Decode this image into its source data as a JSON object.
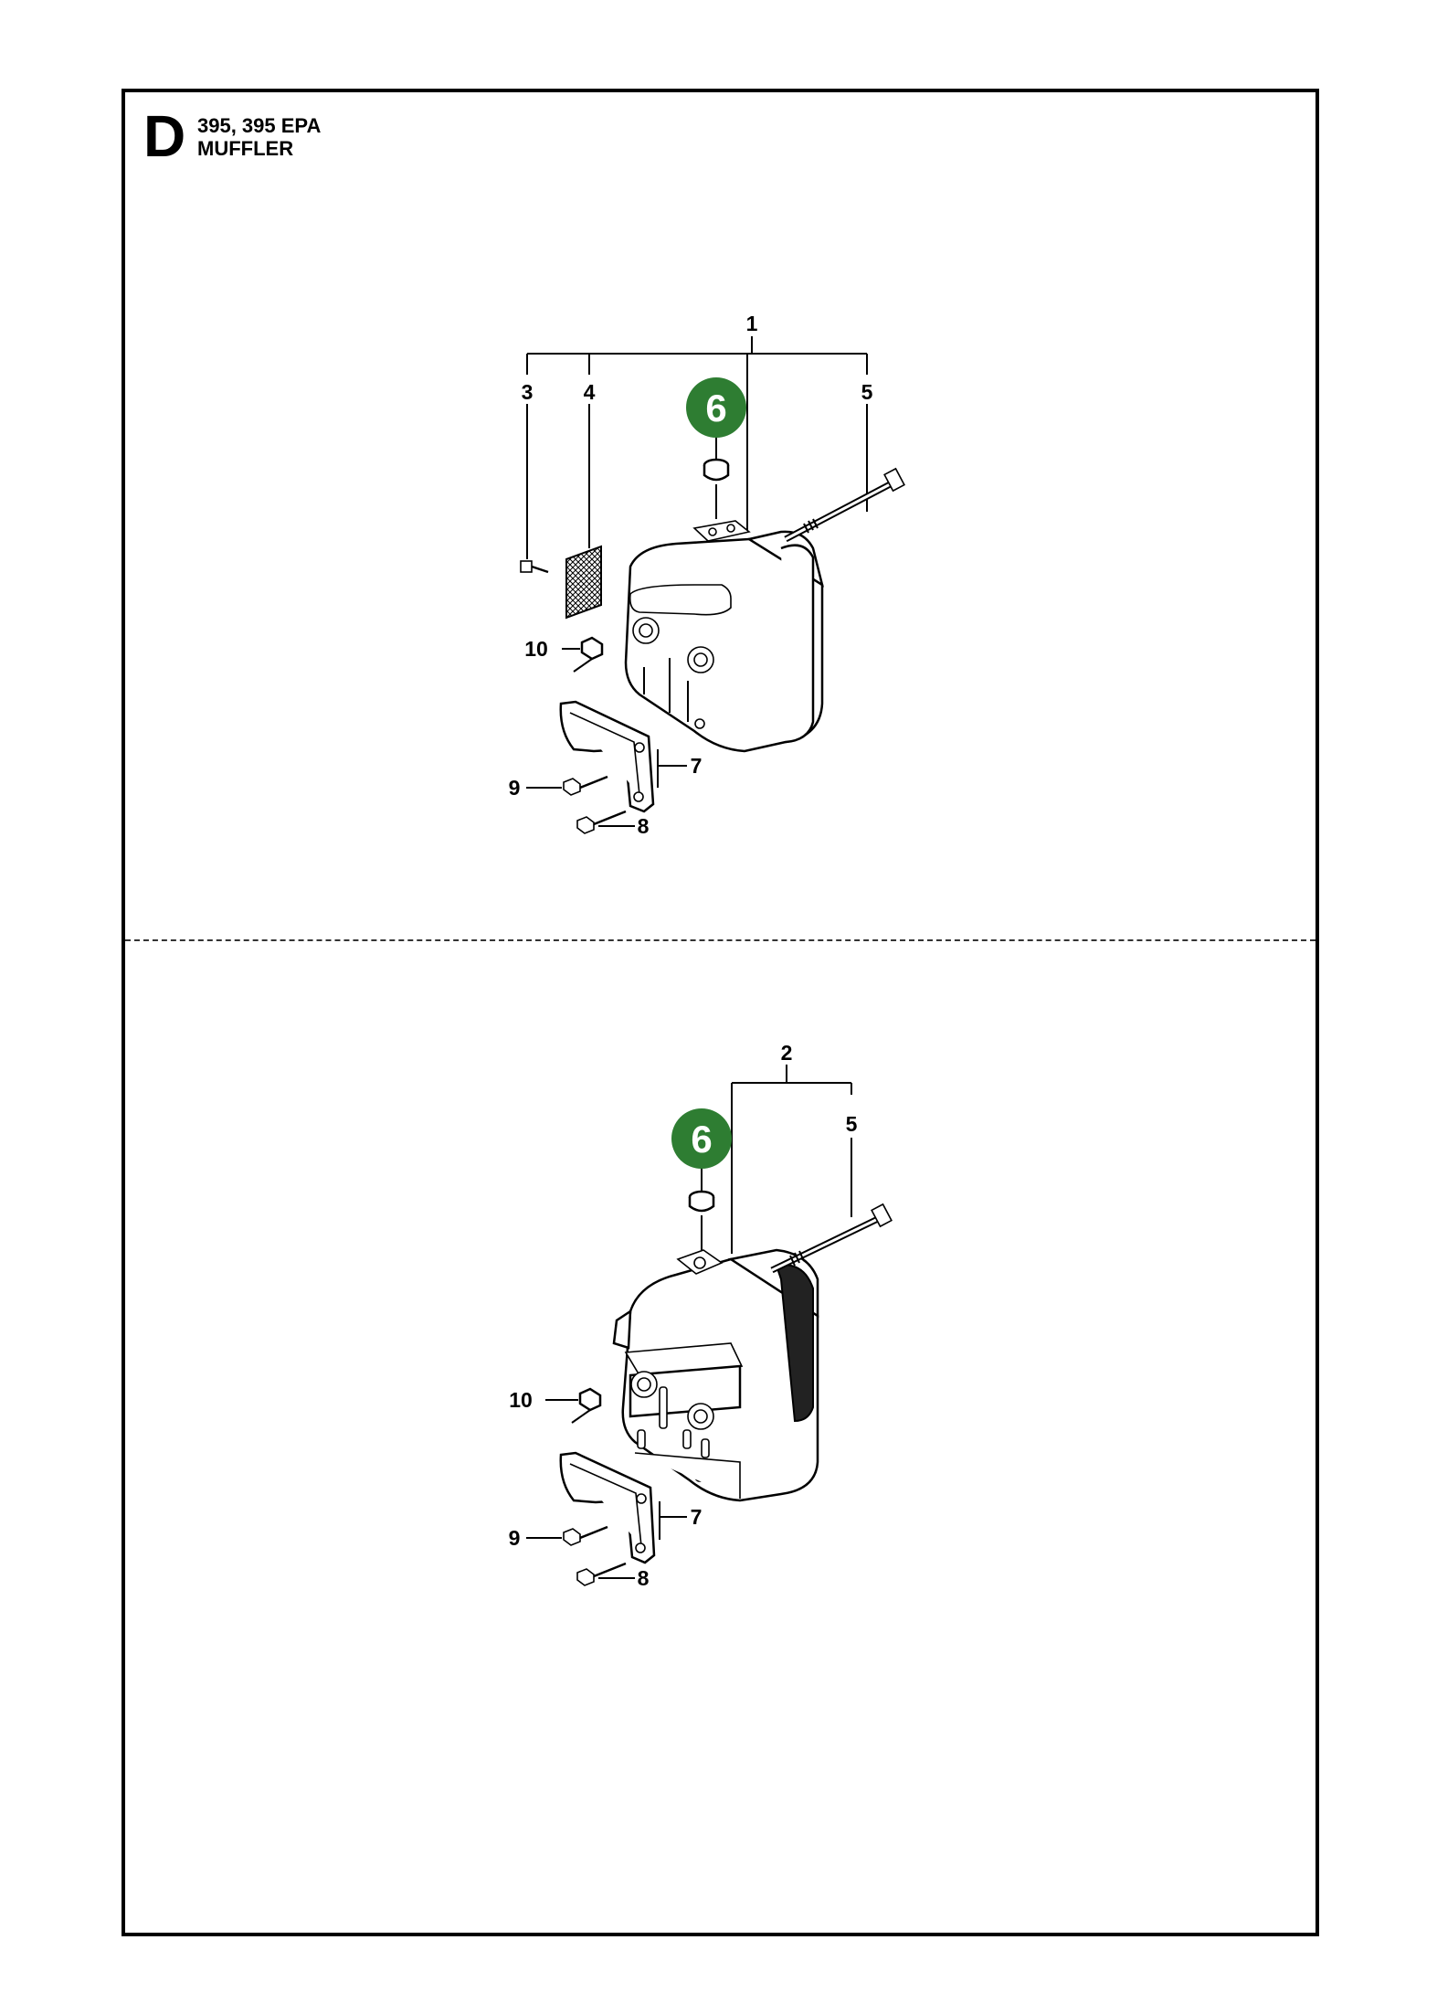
{
  "header": {
    "section_letter": "D",
    "model": "395, 395 EPA",
    "title": "MUFFLER"
  },
  "highlight_color": "#2e7d32",
  "upper_assembly": {
    "callouts": [
      "1",
      "3",
      "4",
      "5",
      "6",
      "10",
      "9",
      "7",
      "8"
    ]
  },
  "lower_assembly": {
    "callouts": [
      "2",
      "5",
      "6",
      "10",
      "9",
      "7",
      "8"
    ]
  }
}
